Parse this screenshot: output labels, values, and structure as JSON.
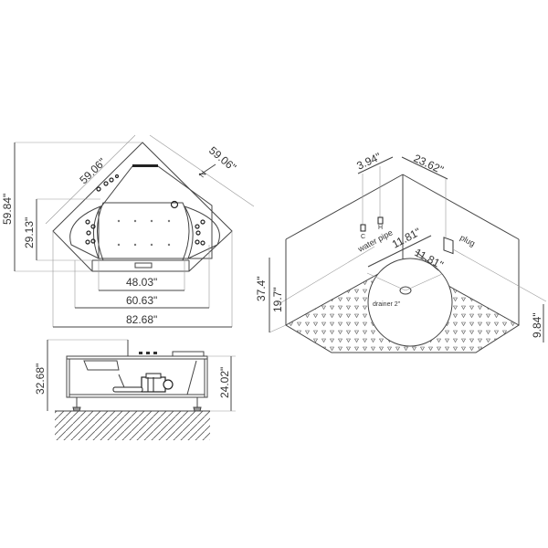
{
  "top_view": {
    "dim_left_diagonal": "59.06\"",
    "dim_right_diagonal": "59.06\"",
    "dim_total_depth": "59.84\"",
    "dim_inner_depth": "29.13\"",
    "dim_inner_width": "48.03\"",
    "dim_mid_width": "60.63\"",
    "dim_total_width": "82.68\"",
    "north_marker": "N"
  },
  "side_view": {
    "dim_total_height": "32.68\"",
    "dim_body_height": "24.02\""
  },
  "install_view": {
    "dim_pipe_spacing": "3.94\"",
    "dim_plug_offset": "23.62\"",
    "label_cold": "C",
    "label_hot": "H",
    "label_water_pipe": "water pipe",
    "label_plug": "plug",
    "dim_drain_offset_a": "11.81\"",
    "dim_drain_offset_b": "11.81\"",
    "label_drainer": "drainer 2\"",
    "dim_pipe_height": "37.4\"",
    "dim_wall_height": "19.7\"",
    "dim_plug_height": "9.84\""
  },
  "colors": {
    "line": "#444444",
    "dimension_line": "#999999",
    "text": "#333333",
    "background": "#ffffff"
  }
}
